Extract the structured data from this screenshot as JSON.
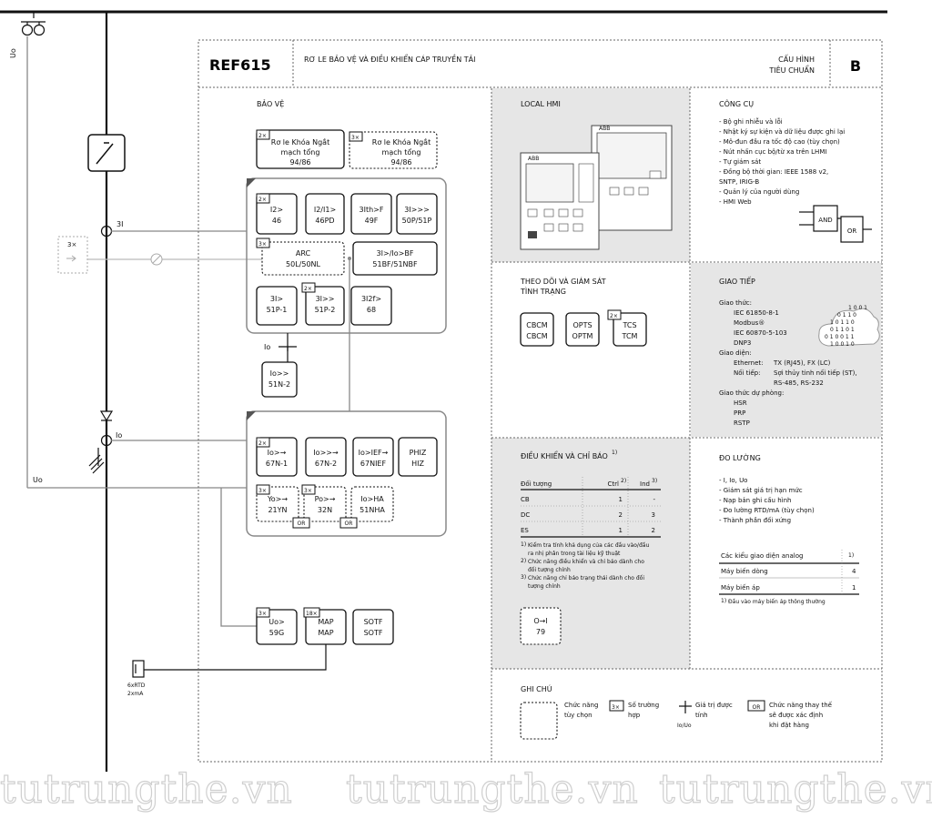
{
  "header": {
    "product": "REF615",
    "title": "RƠ LE BẢO VỆ VÀ ĐIỀU KHIỂN CÁP TRUYỀN TẢI",
    "config_line1": "CẤU HÌNH",
    "config_line2": "TIÊU CHUẨN",
    "config_code": "B"
  },
  "line_labels": {
    "uo_vertical": "Uo",
    "three_i": "3I",
    "three_x_sensor": "3×",
    "io": "Io",
    "uo": "Uo",
    "rtd_line1": "6xRTD",
    "rtd_line2": "2xmA"
  },
  "protection": {
    "title": "BẢO VỆ",
    "blocks": [
      {
        "id": "lockout1",
        "mult": "2×",
        "lines": [
          "Rơ le Khóa Ngắt",
          "mạch tổng",
          "94/86"
        ]
      },
      {
        "id": "lockout2",
        "mult": "3×",
        "lines": [
          "Rơ le Khóa Ngắt",
          "mạch tổng",
          "94/86"
        ]
      },
      {
        "id": "b46",
        "mult": "2×",
        "lines": [
          "I2>",
          "46"
        ]
      },
      {
        "id": "b46pd",
        "mult": "",
        "lines": [
          "I2/I1>",
          "46PD"
        ]
      },
      {
        "id": "b49f",
        "mult": "",
        "lines": [
          "3Ith>F",
          "49F"
        ]
      },
      {
        "id": "b50p",
        "mult": "",
        "lines": [
          "3I>>>",
          "50P/51P"
        ]
      },
      {
        "id": "arc",
        "mult": "3×",
        "lines": [
          "ARC",
          "50L/50NL"
        ]
      },
      {
        "id": "bf",
        "mult": "",
        "lines": [
          "3I>/Io>BF",
          "51BF/51NBF"
        ]
      },
      {
        "id": "p51p1",
        "mult": "",
        "lines": [
          "3I>",
          "51P-1"
        ]
      },
      {
        "id": "p51p2",
        "mult": "2×",
        "lines": [
          "3I>>",
          "51P-2"
        ]
      },
      {
        "id": "p68",
        "mult": "",
        "lines": [
          "3I2f>",
          "68"
        ]
      },
      {
        "id": "n51n2",
        "mult": "",
        "lines": [
          "Io>>",
          "51N-2"
        ]
      },
      {
        "id": "n67n1",
        "mult": "2×",
        "lines": [
          "Io>→",
          "67N-1"
        ]
      },
      {
        "id": "n67n2",
        "mult": "",
        "lines": [
          "Io>>→",
          "67N-2"
        ]
      },
      {
        "id": "n67nief",
        "mult": "",
        "lines": [
          "Io>IEF→",
          "67NIEF"
        ]
      },
      {
        "id": "phiz",
        "mult": "",
        "lines": [
          "PHIZ",
          "HIZ"
        ]
      },
      {
        "id": "n21yn",
        "mult": "3×",
        "lines": [
          "Yo>→",
          "21YN"
        ]
      },
      {
        "id": "n32n",
        "mult": "3×",
        "lines": [
          "Po>→",
          "32N"
        ]
      },
      {
        "id": "n51nha",
        "mult": "",
        "lines": [
          "Io>HA",
          "51NHA"
        ]
      },
      {
        "id": "n59g",
        "mult": "3×",
        "lines": [
          "Uo>",
          "59G"
        ]
      },
      {
        "id": "map",
        "mult": "18×",
        "lines": [
          "MAP",
          "MAP"
        ]
      },
      {
        "id": "sotf",
        "mult": "",
        "lines": [
          "SOTF",
          "SOTF"
        ]
      }
    ],
    "or_label": "OR"
  },
  "local_hmi": {
    "title": "LOCAL  HMI",
    "device_logo": "ABB"
  },
  "tools": {
    "title": "CÔNG CỤ",
    "items": [
      "- Bộ ghi nhiễu và lỗi",
      "- Nhật ký sự kiện và dữ liệu được ghi lại",
      "- Mô-đun đầu ra tốc độ cao (tùy chọn)",
      "- Nút nhấn cục bộ/từ xa trên LHMI",
      "- Tự giám sát",
      "- Đồng bộ thời gian: IEEE 1588 v2,",
      "  SNTP, IRIG-B",
      "- Quản lý của người dùng",
      "- HMI Web"
    ],
    "and_label": "AND",
    "or_label": "OR"
  },
  "monitoring": {
    "title_line1": "THEO DÕI VÀ GIÁM SÁT",
    "title_line2": "TÌNH TRẠNG",
    "blocks": [
      {
        "mult": "",
        "lines": [
          "CBCM",
          "CBCM"
        ]
      },
      {
        "mult": "",
        "lines": [
          "OPTS",
          "OPTM"
        ]
      },
      {
        "mult": "2×",
        "lines": [
          "TCS",
          "TCM"
        ]
      }
    ]
  },
  "communication": {
    "title": "GIAO TIẾP",
    "lines": [
      "Giao thức:",
      "IEC 61850-8-1",
      "Modbus®",
      "IEC 60870-5-103",
      "DNP3",
      "Giao diện:",
      "Ethernet:",
      "TX (RJ45), FX (LC)",
      "Nối tiếp:",
      "Sợi thủy tinh nối tiếp (ST),",
      "RS-485, RS-232",
      "Giao thức dự phòng:",
      "HSR",
      "PRP",
      "RSTP"
    ],
    "binary_rows": [
      "1 0 0 1",
      "0 1 1 0",
      "1 0 1 1 0",
      "0 1 1 0 1",
      "0 1 0 0 1 1",
      "1 0 0 1 0"
    ]
  },
  "control": {
    "title": "ĐIỀU KHIỂN VÀ CHỈ BÁO",
    "title_sup": "1)",
    "table": {
      "headers": [
        "Đối tượng",
        "Ctrl",
        "Ind"
      ],
      "header_sups": [
        "",
        "2)",
        "3)"
      ],
      "rows": [
        [
          "CB",
          "1",
          "-"
        ],
        [
          "DC",
          "2",
          "3"
        ],
        [
          "ES",
          "1",
          "2"
        ]
      ]
    },
    "notes": [
      {
        "sup": "1)",
        "lines": [
          "Kiểm tra tính khả dụng của các đầu vào/đầu",
          "ra nhị phân trong tài liệu kỹ thuật"
        ]
      },
      {
        "sup": "2)",
        "lines": [
          "Chức năng điều khiển và chỉ báo dành cho",
          "đối tượng chính"
        ]
      },
      {
        "sup": "3)",
        "lines": [
          "Chức năng chỉ báo trạng thái dành cho đối",
          "tượng chính"
        ]
      }
    ],
    "reclose_lines": [
      "O→I",
      "79"
    ]
  },
  "measurement": {
    "title": "ĐO LƯỜNG",
    "items": [
      "- I, Io, Uo",
      "- Giám sát giá trị hạn mức",
      "- Nạp bản ghi cấu hình",
      "- Đo lường RTD/mA (tùy chọn)",
      "- Thành phần đối xứng"
    ],
    "table": {
      "header": [
        "Các kiểu giao diện analog",
        "1)"
      ],
      "rows": [
        [
          "Máy biến dòng",
          "4"
        ],
        [
          "Máy biến áp",
          "1"
        ]
      ]
    },
    "footnote_sup": "1)",
    "footnote": "Đầu vào máy biến áp thông thường"
  },
  "notes": {
    "title": "GHI CHÚ",
    "optional": [
      "Chức năng",
      "tùy chọn"
    ],
    "count_badge": "3×",
    "count": [
      "Số trường",
      "hợp"
    ],
    "calc": [
      "Giá trị được",
      "tính"
    ],
    "calc_sub": "Io/Uo",
    "or_badge": "OR",
    "alt": [
      "Chức năng thay thế",
      "sẽ được xác định",
      "khi đặt hàng"
    ]
  },
  "watermark": [
    "tutrungthe.vn",
    "tutrungthe.vn",
    "tutrungthe.vn"
  ],
  "colors": {
    "panel_gray": "#e6e6e6",
    "dotted_border": "#555555",
    "ghost_gray": "#999999"
  }
}
